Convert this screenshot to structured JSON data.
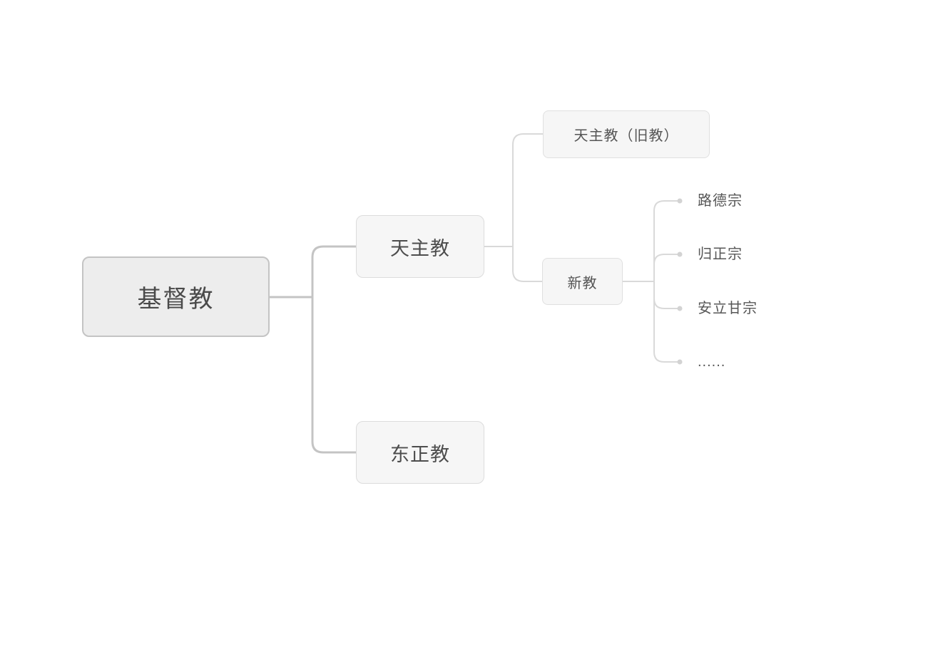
{
  "diagram": {
    "type": "mindmap",
    "tree": {
      "label": "基督教",
      "children": [
        {
          "label": "天主教",
          "children": [
            {
              "label": "天主教（旧教）",
              "children": []
            },
            {
              "label": "新教",
              "children": [
                {
                  "label": "路德宗"
                },
                {
                  "label": "归正宗"
                },
                {
                  "label": "安立甘宗"
                },
                {
                  "label": "......"
                }
              ]
            }
          ]
        },
        {
          "label": "东正教",
          "children": []
        }
      ]
    },
    "colors": {
      "canvas_bg": "#ffffff",
      "root_fill": "#ededed",
      "root_border": "#c4c4c4",
      "root_text": "#4a4a4a",
      "branch_fill": "#f6f6f6",
      "branch_border": "#dcdcdc",
      "branch_text": "#4d4d4d",
      "sub_border": "#e0e0e0",
      "sub_text": "#555555",
      "leaf_text": "#575757",
      "connector_primary": "#c4c4c4",
      "connector_secondary": "#d9d9d9",
      "leaf_dot": "#d3d3d3"
    }
  }
}
